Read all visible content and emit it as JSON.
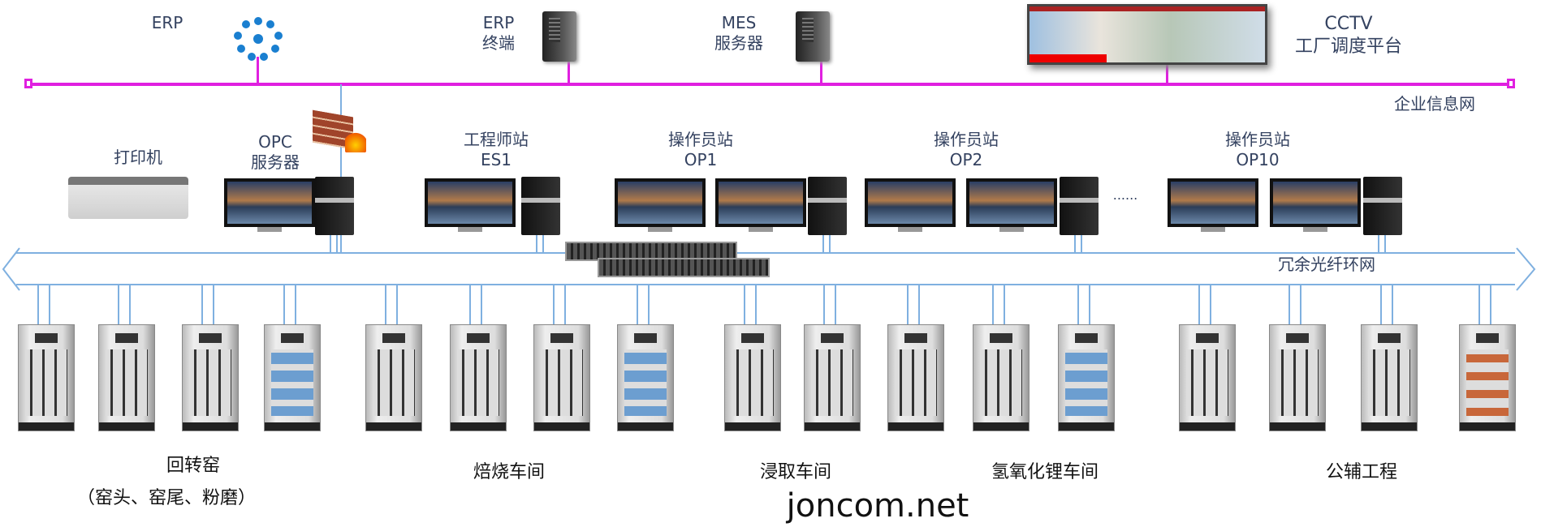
{
  "enterprise_network": {
    "label": "企业信息网",
    "color": "#e020e0",
    "nodes": [
      {
        "name": "ERP",
        "icon": "cloud-network-icon"
      },
      {
        "name": "ERP\n终端",
        "line1": "ERP",
        "line2": "终端",
        "icon": "server-icon"
      },
      {
        "line1": "MES",
        "line2": "服务器",
        "icon": "server-icon"
      },
      {
        "line1": "CCTV",
        "line2": "工厂调度平台",
        "icon": "video-wall-icon"
      }
    ]
  },
  "control_layer": {
    "printer": "打印机",
    "opc": {
      "line1": "OPC",
      "line2": "服务器"
    },
    "es1": {
      "line1": "工程师站",
      "line2": "ES1"
    },
    "op1": {
      "line1": "操作员站",
      "line2": "OP1"
    },
    "op2": {
      "line1": "操作员站",
      "line2": "OP2"
    },
    "op10": {
      "line1": "操作员站",
      "line2": "OP10"
    },
    "ellipsis": "......"
  },
  "ring_network": {
    "label": "冗余光纤环网",
    "color": "#7fb0e0"
  },
  "workshops": {
    "kiln": {
      "line1": "回转窑",
      "line2": "（窑头、窑尾、粉磨）"
    },
    "roasting": "焙烧车间",
    "leaching": "浸取车间",
    "lioh": "氢氧化锂车间",
    "utilities": "公辅工程"
  },
  "watermark": "joncom.net"
}
